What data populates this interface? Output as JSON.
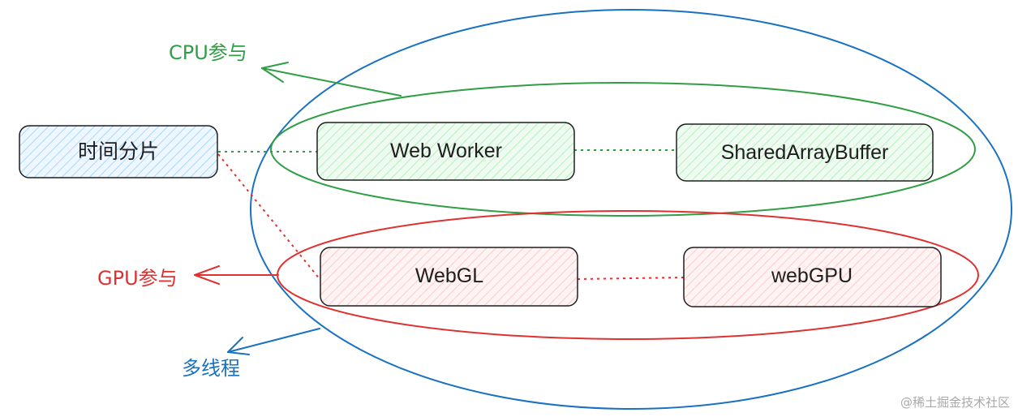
{
  "diagram": {
    "nodes": {
      "time_slicing": "时间分片",
      "web_worker": "Web Worker",
      "shared_array_buffer": "SharedArrayBuffer",
      "webgl": "WebGL",
      "webgpu": "webGPU"
    },
    "labels": {
      "cpu": "CPU参与",
      "gpu": "GPU参与",
      "multithread": "多线程"
    },
    "colors": {
      "cpu_green": "#2f9e44",
      "gpu_red": "#e03131",
      "multithread_blue": "#1971c2",
      "node_blue_fill": "#d0ebff",
      "node_green_fill": "#d3f9d8",
      "node_red_fill": "#ffe3e3"
    }
  },
  "watermark": "@稀土掘金技术社区"
}
